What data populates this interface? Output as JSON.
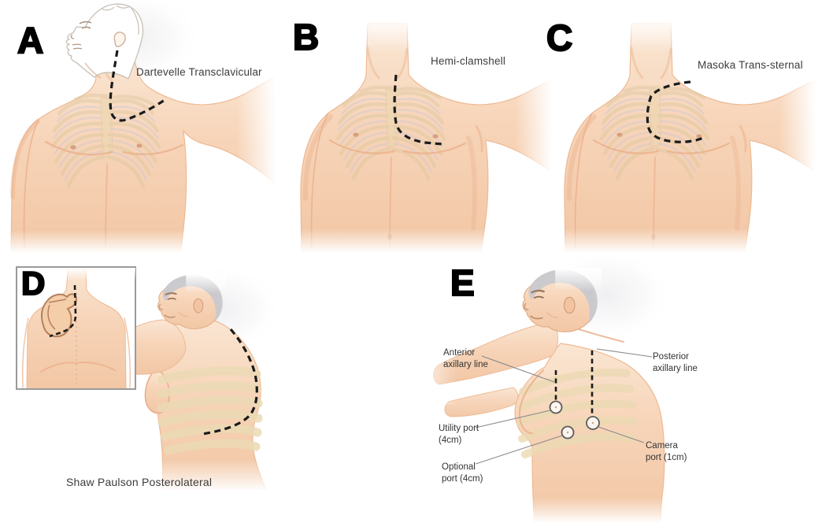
{
  "figure": {
    "type": "medical-illustration",
    "panels": {
      "a": {
        "letter": "A",
        "title": "Dartevelle Transclavicular"
      },
      "b": {
        "letter": "B",
        "title": "Hemi-clamshell"
      },
      "c": {
        "letter": "C",
        "title": "Masoka Trans-sternal"
      },
      "d": {
        "letter": "D",
        "title": "Shaw Paulson Posterolateral"
      },
      "e": {
        "letter": "E",
        "annotations": {
          "anterior_1": "Anterior",
          "anterior_2": "axillary line",
          "posterior_1": "Posterior",
          "posterior_2": "axillary line",
          "utility_1": "Utility port",
          "utility_2": "(4cm)",
          "optional_1": "Optional",
          "optional_2": "port (4cm)",
          "camera_1": "Camera",
          "camera_2": "port (1cm)"
        }
      }
    },
    "colors": {
      "incision": "#1b1b1b",
      "skin": "#f7d4b8",
      "skin_shade": "#edb48f",
      "rib_bone": "#e9d6ad",
      "rib_cartilage": "#c6c3d8",
      "hair_gray": "#c8c8cd",
      "label_text": "#3c3c3c",
      "leader_line": "#8a8a8a"
    }
  }
}
